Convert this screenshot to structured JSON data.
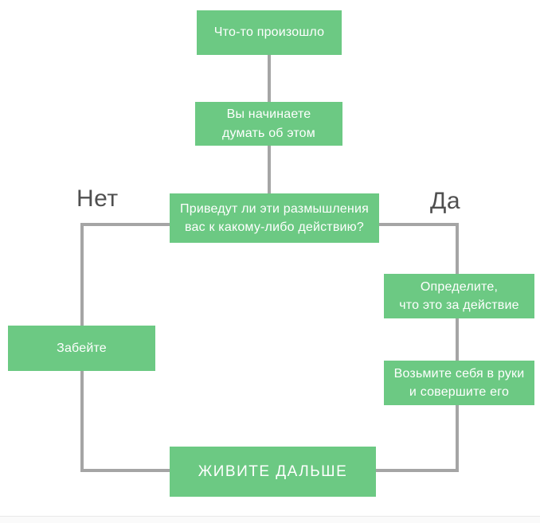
{
  "flowchart": {
    "title_hint": "life-decision-flowchart",
    "nodes": {
      "start": "Что-то произошло",
      "think": "Вы начинаете\nдумать об этом",
      "decision": "Приведут ли эти размышления\nвас к какому-либо действию?",
      "define_action": "Определите,\nчто это за действие",
      "do_it": "Возьмите себя в руки\nи совершите его",
      "forget": "Забейте",
      "live_on": "ЖИВИТЕ ДАЛЬШЕ"
    },
    "branch_labels": {
      "no": "Нет",
      "yes": "Да"
    },
    "edges": [
      {
        "from": "start",
        "to": "think"
      },
      {
        "from": "think",
        "to": "decision"
      },
      {
        "from": "decision",
        "to": "forget",
        "label": "Нет"
      },
      {
        "from": "decision",
        "to": "define_action",
        "label": "Да"
      },
      {
        "from": "define_action",
        "to": "do_it"
      },
      {
        "from": "forget",
        "to": "live_on"
      },
      {
        "from": "do_it",
        "to": "live_on"
      }
    ],
    "colors": {
      "node_fill": "#6cc983",
      "node_text": "#ffffff",
      "connector": "#a5a5a5",
      "branch_label_text": "#4f4f4f",
      "background": "#ffffff",
      "footer_strip_fill": "#fafafa",
      "footer_strip_border": "#e9e9e9"
    }
  }
}
